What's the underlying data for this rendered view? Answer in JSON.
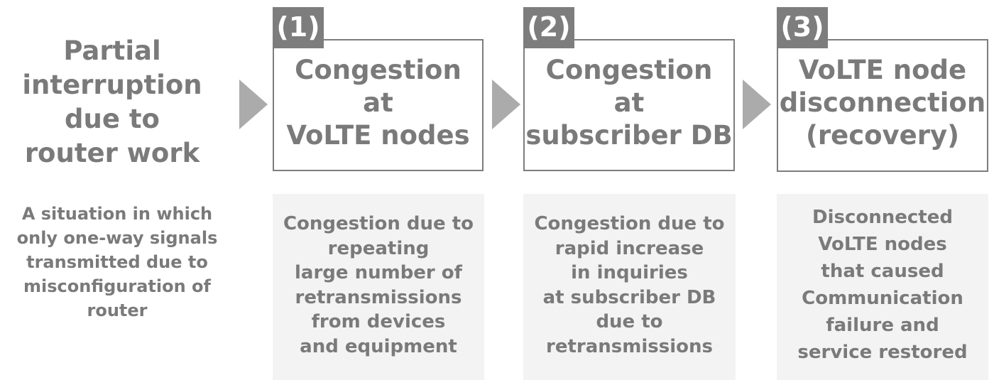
{
  "lead": {
    "title_lines": [
      "Partial",
      "interruption",
      "due to",
      "router work"
    ],
    "description_lines": [
      "A situation in which",
      "only one-way signals",
      "transmitted due to",
      "misconfiguration",
      "of router"
    ]
  },
  "stages": [
    {
      "badge": "(1)",
      "title_lines": [
        "Congestion",
        "at",
        "VoLTE nodes"
      ],
      "description_lines": [
        "Congestion due to",
        "repeating",
        "large number of",
        "retransmissions",
        "from devices",
        "and equipment"
      ]
    },
    {
      "badge": "(2)",
      "title_lines": [
        "Congestion",
        "at",
        "subscriber DB"
      ],
      "description_lines": [
        "Congestion due to",
        "rapid increase",
        "in inquiries",
        "at subscriber DB",
        "due to",
        "retransmissions"
      ]
    },
    {
      "badge": "(3)",
      "title_lines": [
        "VoLTE node",
        "disconnection",
        "(recovery)"
      ],
      "description_lines": [
        "Disconnected",
        "VoLTE nodes",
        "that caused",
        "Communication",
        "failure and",
        "service restored"
      ]
    }
  ],
  "colors": {
    "text": "#7a7a7a",
    "box_border": "#7d7d7d",
    "badge_bg": "#7d7d7d",
    "arrow": "#ababab",
    "panel_bg": "#f3f3f3"
  }
}
